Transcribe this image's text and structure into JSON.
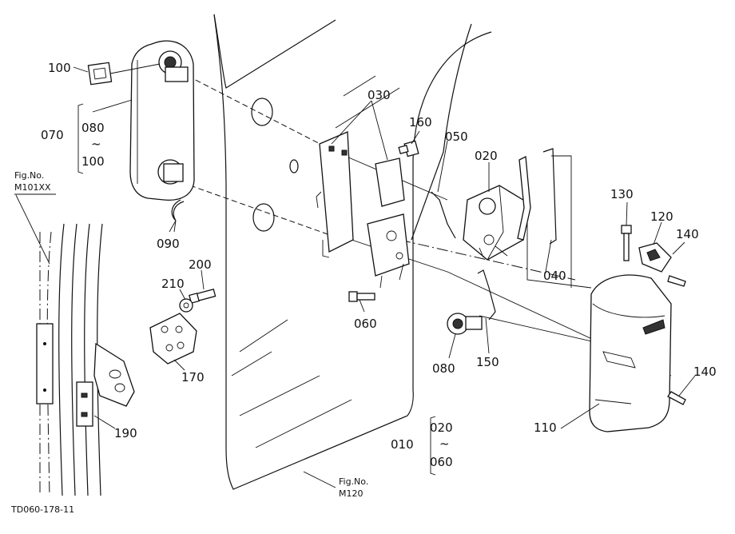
{
  "drawing_id": "TD060-178-11",
  "references": [
    {
      "line1": "Fig.No.",
      "line2": "M101XX"
    },
    {
      "line1": "Fig.No.",
      "line2": "M120"
    }
  ],
  "callouts": {
    "p100": "100",
    "p070": "070",
    "p080": "080",
    "range_tilde": "~",
    "p100b": "100",
    "p090": "090",
    "p030": "030",
    "p160": "160",
    "p050": "050",
    "p020": "020",
    "p130": "130",
    "p120": "120",
    "p140a": "140",
    "p040": "040",
    "p200": "200",
    "p210": "210",
    "p060": "060",
    "p080b": "080",
    "p150": "150",
    "p170": "170",
    "p190": "190",
    "p110": "110",
    "p140b": "140",
    "p010": "010",
    "p020b": "020",
    "range_tilde2": "~",
    "p060b": "060"
  }
}
